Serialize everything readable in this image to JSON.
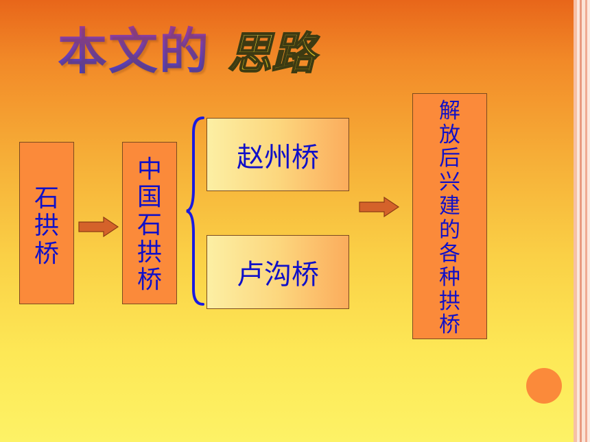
{
  "slide": {
    "title_main": "本文的",
    "title_accent": "思路",
    "stone_arch": "石拱桥",
    "chinese_stone_arch": "中国石拱桥",
    "zhaozhou": "赵州桥",
    "lugou": "卢沟桥",
    "new_bridges": "解放后兴建的各种拱桥"
  },
  "colors": {
    "box_orange": "#fb8a3a",
    "text_blue": "#1010c8",
    "brace_blue": "#1a1ae0",
    "arrow_fill": "#d4622a"
  }
}
